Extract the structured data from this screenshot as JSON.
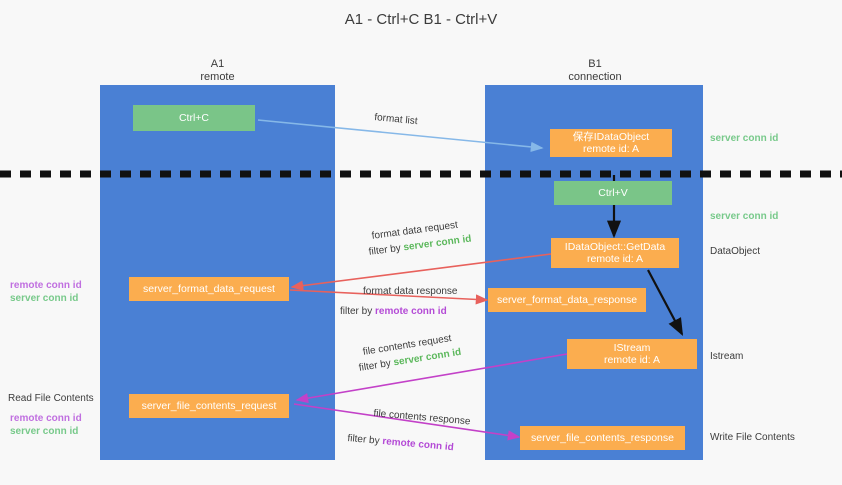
{
  "title": {
    "line1": "A1 - Ctrl+C",
    "line2": "B1 - Ctrl+V"
  },
  "lanes": [
    {
      "name": "A1",
      "sub": "remote"
    },
    {
      "name": "B1",
      "sub": "connection"
    }
  ],
  "boxes": {
    "ctrl_c": "Ctrl+C",
    "ctrl_v": "Ctrl+V",
    "save_dataobject_l1": "保存IDataObject",
    "save_dataobject_l2": "remote id: A",
    "getdata_l1": "IDataObject::GetData",
    "getdata_l2": "remote id: A",
    "istream_l1": "IStream",
    "istream_l2": "remote id: A",
    "server_format_data_request": "server_format_data_request",
    "server_format_data_response": "server_format_data_response",
    "server_file_contents_request": "server_file_contents_request",
    "server_file_contents_response": "server_file_contents_response"
  },
  "edge_labels": {
    "format_list": "format list",
    "format_data_request": "format data request",
    "format_data_response": "format data response",
    "file_contents_request": "file contents request",
    "file_contents_response": "file contents response",
    "filter_by": "filter by",
    "server_conn_id": "server conn id",
    "remote_conn_id": "remote conn id"
  },
  "side_labels": {
    "right_server_conn_id_top": "server conn id",
    "right_server_conn_id_mid": "server conn id",
    "right_dataobject": "DataObject",
    "right_istream": "Istream",
    "right_write_file_contents": "Write File Contents",
    "left_remote_conn_id_1": "remote conn id",
    "left_server_conn_id_1": "server conn id",
    "left_read_file_contents": "Read File Contents",
    "left_remote_conn_id_2": "remote conn id",
    "left_server_conn_id_2": "server conn id"
  },
  "colors": {
    "lane": "#4a80d4",
    "orange": "#fbad4f",
    "green": "#7ac588",
    "background": "#f8f8f8",
    "red_arrow": "#e8615c",
    "magenta_arrow": "#c341c8",
    "lightblue_arrow": "#86b8e8",
    "black_arrow": "#000000",
    "green_text": "#5cb85c",
    "purple_text": "#b44bd6"
  }
}
